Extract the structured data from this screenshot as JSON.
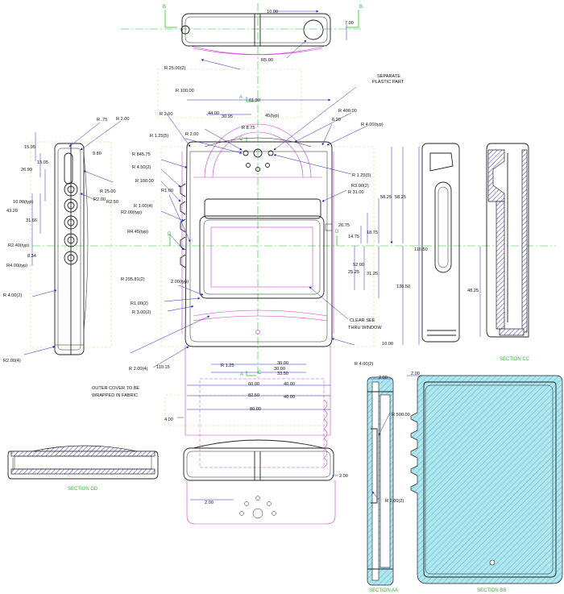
{
  "section_labels": {
    "aa": "SECTION AA",
    "bb": "SECTION     BB",
    "cc": "SECTION CC",
    "dd": "SECTION DD"
  },
  "section_markers": {
    "b_top_left": "B",
    "b_top_right": "B",
    "a_top": "A",
    "c_top": "C",
    "d_left": "D",
    "d_right": "D",
    "a_bottom": "A",
    "c_bottom": "C"
  },
  "notes": {
    "separate_1": "SEPARATE",
    "separate_2": "PLASTIC PART",
    "clear_1": "CLEAR SEE",
    "clear_2": "THRU     WINDOW",
    "outer_1": "OUTER        COVER TO BE",
    "outer_2": "WRAPPED IN FABRIC"
  },
  "top_view_dims": {
    "d10": "10.00",
    "d7": "7.00",
    "r5": "R5.00",
    "r25_2": "R  25.00(2)",
    "r100": "R  100.00"
  },
  "front_dims": {
    "w61": "61.90",
    "r2_a": "R  2.00",
    "d44": "44.00",
    "d3095": "30.95",
    "deg45": "45(typ)",
    "r400": "R  400.00",
    "r875": "R  8.75",
    "d620": "6.20",
    "r4typ": "R  4.00(typ)",
    "r2_b": "R  2.00",
    "r125_5": "R  1.25(5)",
    "r2_c": "R  2.00",
    "r84575": "R  845.75",
    "r450_2": "R  4.50(2)",
    "r100b": "R  100.00",
    "r1_top": "R1.00",
    "r1_4": "R  1.00(4)",
    "r2typ": "R2.00(typ)",
    "r45typ": "R4.45(typ)",
    "r125_5b": "R  1.25(5)",
    "r3_2": "R3.00(2)",
    "r31": "R  31.00",
    "h5825a": "58.25",
    "h5825b": "58.25",
    "h2675": "26.75",
    "h1875": "18.75",
    "h1475": "14.75",
    "h11650": "116.50",
    "h52": "52.00",
    "h2525": "25.25",
    "h3125": "31.25",
    "h13650": "136.50",
    "h4825": "48.25",
    "r29581": "R  295.81(2)",
    "d2typ": "2.00(typ)",
    "r1_2": "R1.00(2)",
    "r3_2b": "R  3.00(2)",
    "d10b": "10.00",
    "r4_2": "R  4.00(2)",
    "r2_4": "R  2.00(4)",
    "d11015": "110.15",
    "r125": "R  1.25",
    "d30a": "30.00",
    "d30b": "30.00",
    "d3350": "33.50",
    "d60": "60.00",
    "d40a": "40.00",
    "d8250": "82.50",
    "d40b": "40.00",
    "d80": "80.00",
    "d4": "4.00",
    "d2a": "2.00",
    "d2b": "2.00",
    "d2c": "2.00",
    "r2_2": "R  2.00(2)",
    "d2d": "2.00",
    "r500": "R  500.00"
  },
  "side_dims": {
    "r75": "R .75",
    "r2s": "R  2.00",
    "d1595a": "15.95",
    "d1505": "15.05",
    "d2699": "26.99",
    "d980": "9.80",
    "r25s": "R  25.00",
    "r2s2": "R2.00",
    "r250": "R2.50",
    "d10typ": "10.00(typ)",
    "d4320": "43.20",
    "d3166": "31.66",
    "r240typ": "R2.40(typ)",
    "d834": "8.34",
    "r4typ": "R4.00(typ)",
    "r4_2s": "R  4.00(2)",
    "r2_4s": "R2.00(4)"
  },
  "colors": {
    "object": "#222222",
    "dimension": "#2222cc",
    "centerline": "#1fc41f",
    "hidden": "#d23ad2",
    "section_fill": "#9ee2ee"
  }
}
